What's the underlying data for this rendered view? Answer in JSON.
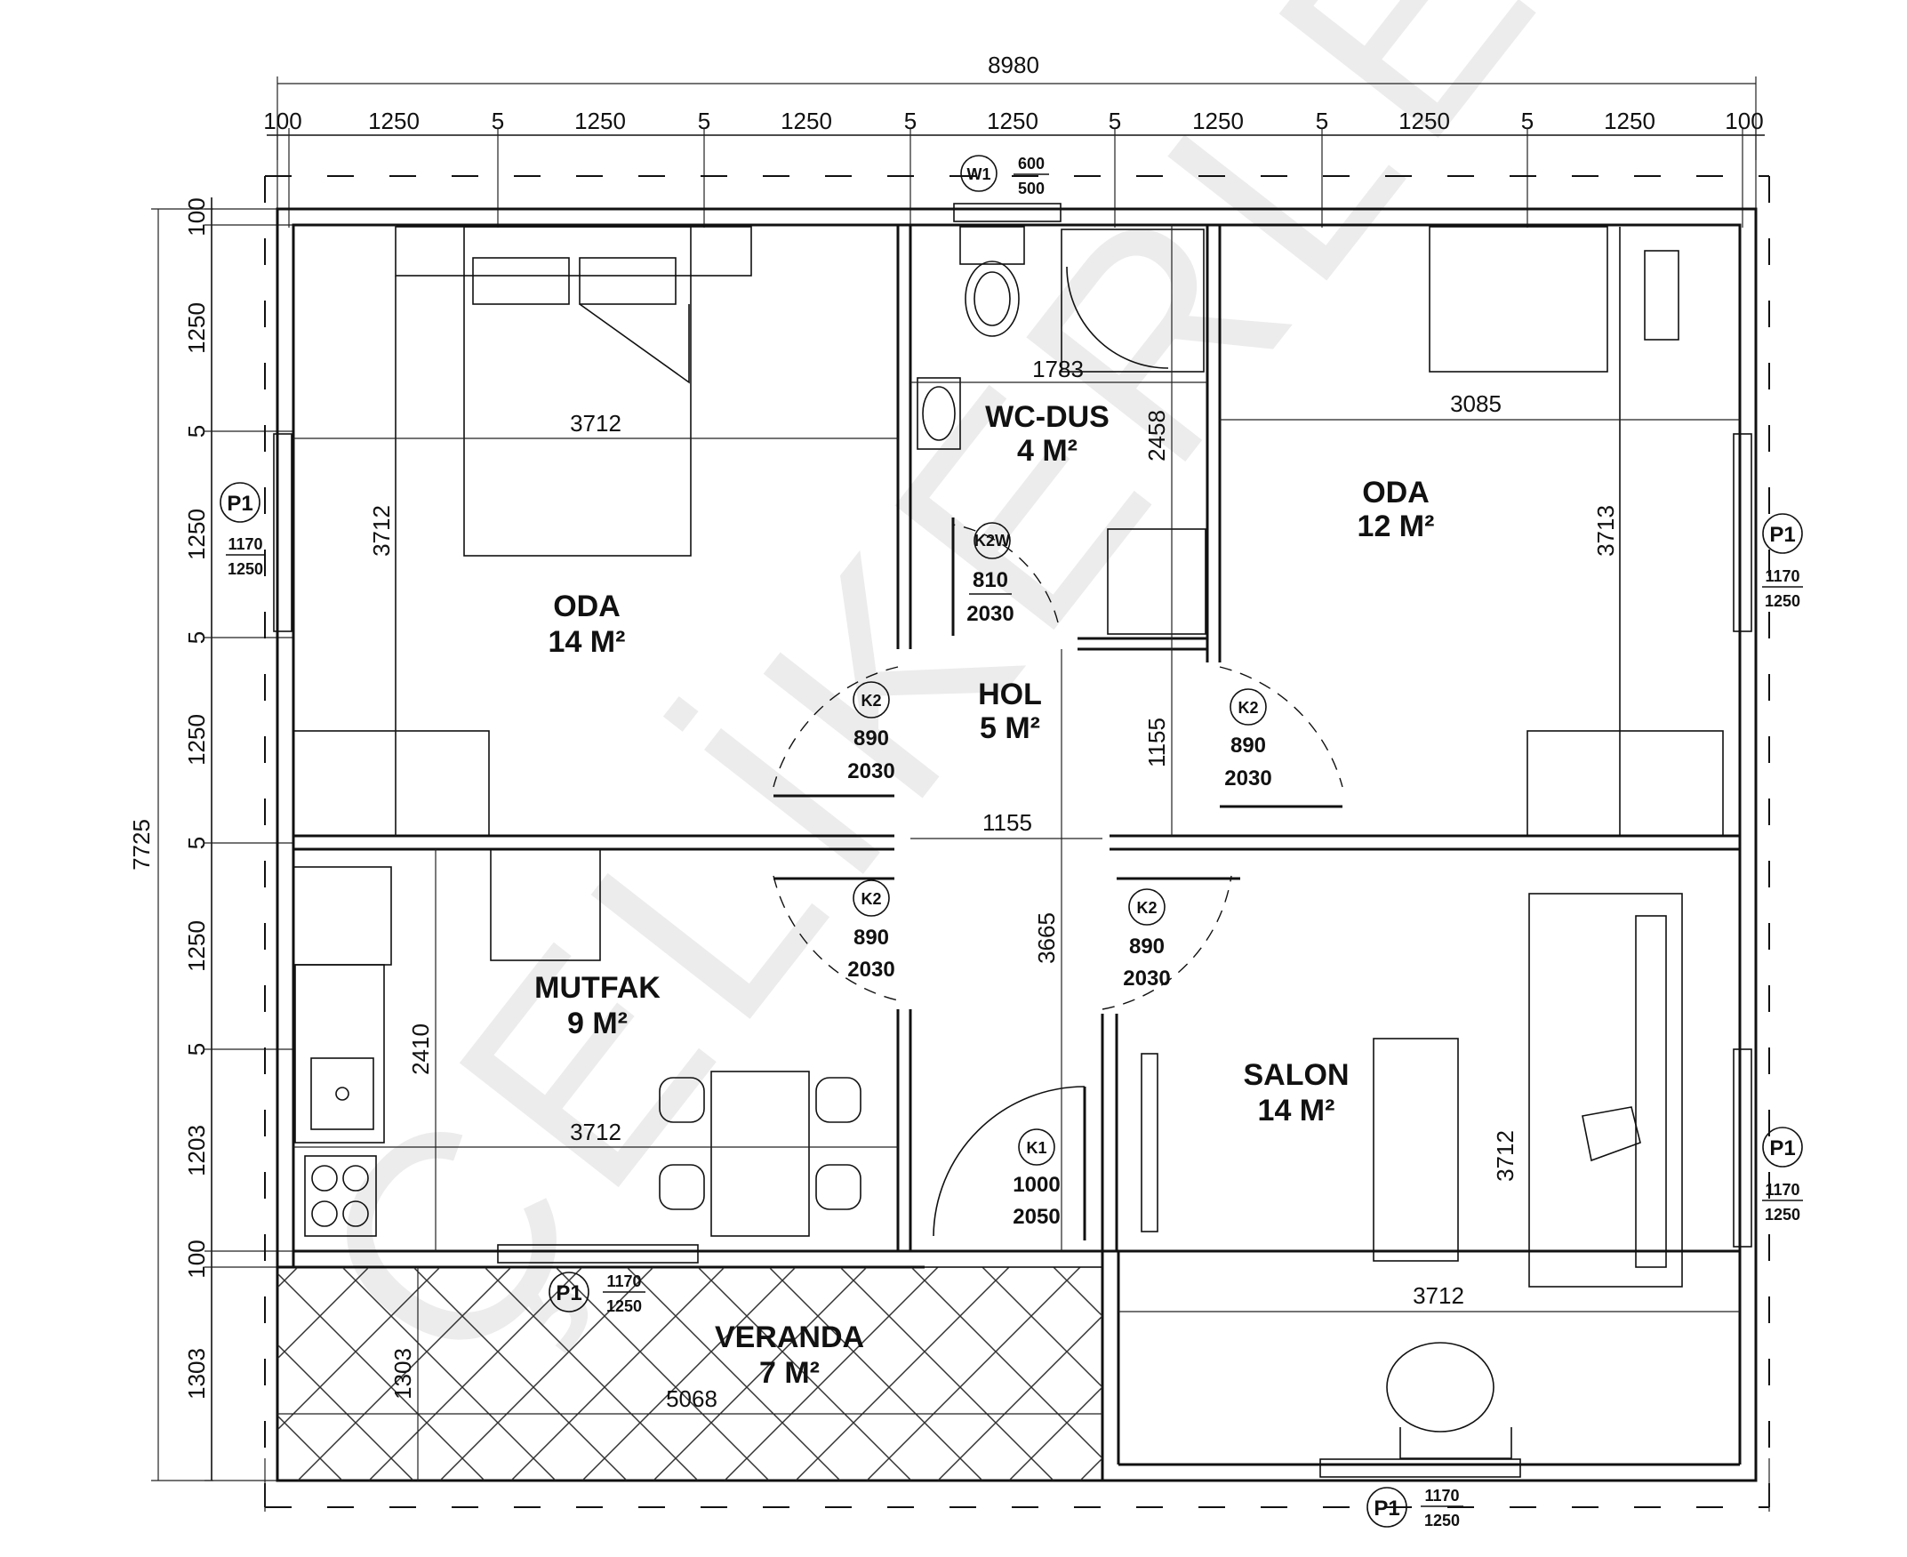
{
  "watermark": "ÇELİKERLER",
  "overall": {
    "width": "8980",
    "height": "7725"
  },
  "top_dims": [
    "100",
    "1250",
    "5",
    "1250",
    "5",
    "1250",
    "5",
    "1250",
    "5",
    "1250",
    "5",
    "1250",
    "5",
    "1250",
    "100"
  ],
  "left_dims": [
    "100",
    "1250",
    "5",
    "1250",
    "5",
    "1250",
    "5",
    "1250",
    "5",
    "1203",
    "100",
    "1303"
  ],
  "rooms": [
    {
      "name": "ODA",
      "area": "14 M²"
    },
    {
      "name": "WC-DUS",
      "area": "4 M²"
    },
    {
      "name": "ODA",
      "area": "12 M²"
    },
    {
      "name": "HOL",
      "area": "5 M²"
    },
    {
      "name": "MUTFAK",
      "area": "9 M²"
    },
    {
      "name": "SALON",
      "area": "14 M²"
    },
    {
      "name": "VERANDA",
      "area": "7 M²"
    }
  ],
  "interior_dims": {
    "oda1_w": "3712",
    "oda1_h": "3712",
    "wc_w": "1783",
    "wc_h": "2458",
    "oda2_w": "3085",
    "oda2_h": "3713",
    "hol_v": "1155",
    "hol_h": "1155",
    "mutfak_h": "2410",
    "mutfak_w": "3712",
    "salon_v": "3665",
    "salon_h": "3712",
    "salon_w": "3712",
    "veranda_w": "5068",
    "veranda_h": "1303"
  },
  "tags": {
    "w1": {
      "code": "W1",
      "w": "600",
      "h": "500"
    },
    "p1": {
      "code": "P1",
      "w": "1170",
      "h": "1250"
    },
    "k2": {
      "code": "K2",
      "w": "890",
      "h": "2030"
    },
    "k2w": {
      "code": "K2W",
      "w": "810",
      "h": "2030"
    },
    "k1": {
      "code": "K1",
      "w": "1000",
      "h": "2050"
    }
  }
}
